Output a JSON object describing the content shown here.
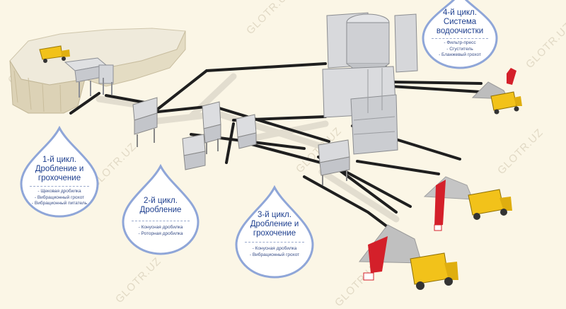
{
  "watermark": "GLOTR.UZ",
  "stages": [
    {
      "title": "1-й цикл.\nДробление и\nгрохочение",
      "items": [
        "Щековая дробилка",
        "Вибрационный грохот",
        "Вибрационный питатель"
      ]
    },
    {
      "title": "2-й цикл.\nДробление",
      "items": [
        "Конусная дробилка",
        "Роторная дробилка"
      ]
    },
    {
      "title": "3-й цикл.\nДробление и\nгрохочение",
      "items": [
        "Конусная дробилка",
        "Вибрационный грохот"
      ]
    },
    {
      "title": "4-й цикл.\nСистема\nводоочистки",
      "items": [
        "Фильтр-пресс",
        "Сгуститель",
        "Бланжевый грохот"
      ]
    }
  ],
  "colors": {
    "background": "#fbf6e6",
    "accent": "#1e3f8f",
    "drop_outline": "#8fa6d8",
    "conveyor": "#1f1f1f",
    "truck": "#f2c21a",
    "loader": "#d4202a"
  }
}
